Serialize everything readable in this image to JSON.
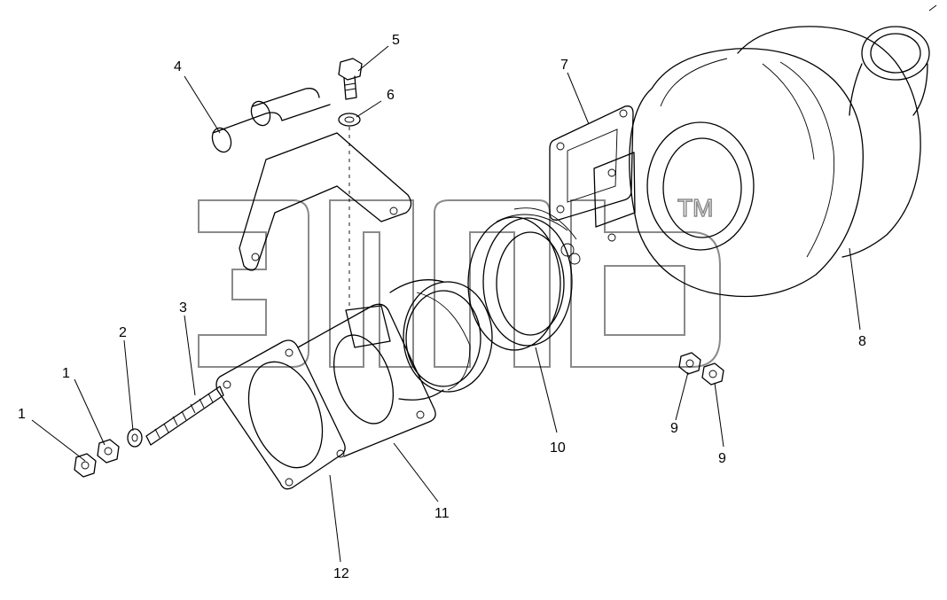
{
  "diagram": {
    "callouts": [
      {
        "id": "1a",
        "label": "1"
      },
      {
        "id": "1b",
        "label": "1"
      },
      {
        "id": "2",
        "label": "2"
      },
      {
        "id": "3",
        "label": "3"
      },
      {
        "id": "4",
        "label": "4"
      },
      {
        "id": "5",
        "label": "5"
      },
      {
        "id": "6",
        "label": "6"
      },
      {
        "id": "7",
        "label": "7"
      },
      {
        "id": "8",
        "label": "8"
      },
      {
        "id": "9a",
        "label": "9"
      },
      {
        "id": "9b",
        "label": "9"
      },
      {
        "id": "10",
        "label": "10"
      },
      {
        "id": "11",
        "label": "11"
      },
      {
        "id": "12",
        "label": "12"
      }
    ],
    "watermark": {
      "trademark": "TM"
    },
    "colors": {
      "line": "#000000",
      "watermark": "#8a8a8a",
      "background": "#ffffff"
    }
  }
}
